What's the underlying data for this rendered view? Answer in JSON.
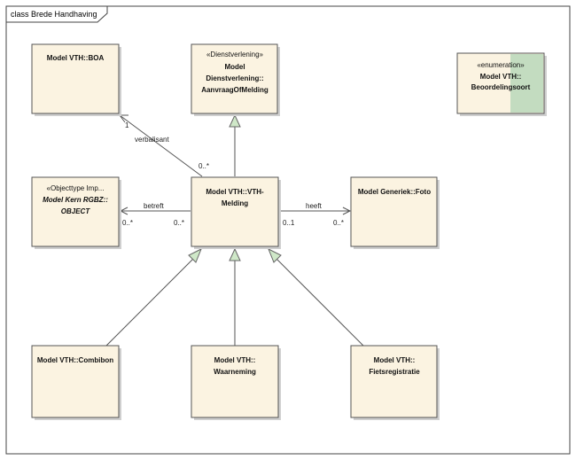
{
  "diagram": {
    "title": "class Brede Handhaving",
    "colors": {
      "box_fill": "#fbf3e1",
      "enum_band": "#c3dcc0",
      "generalization_head": "#cfe8c8"
    },
    "nodes": {
      "boa": {
        "name": "Model VTH::BOA"
      },
      "aanvraag": {
        "stereotype": "«Dienstverlening»",
        "line1": "Model",
        "line2": "Dienstverlening::",
        "line3": "AanvraagOfMelding"
      },
      "beoordeling": {
        "stereotype": "«enumeration»",
        "line1": "Model VTH::",
        "line2": "Beoordelingsoort"
      },
      "objecttype": {
        "stereotype": "«Objecttype Imp...",
        "line1": "Model Kern RGBZ::",
        "line2": "OBJECT"
      },
      "vth_melding": {
        "line1": "Model VTH::VTH-",
        "line2": "Melding"
      },
      "foto": {
        "name": "Model Generiek::Foto"
      },
      "combibon": {
        "name": "Model VTH::Combibon"
      },
      "waarneming": {
        "line1": "Model VTH::",
        "line2": "Waarneming"
      },
      "fietsregistratie": {
        "line1": "Model VTH::",
        "line2": "Fietsregistratie"
      }
    },
    "edges": {
      "verbalisant": {
        "role": "verbalisant",
        "mult_source": "0..*",
        "mult_target": "1"
      },
      "betreft": {
        "role": "betreft",
        "mult_source": "0..*",
        "mult_target": "0..*"
      },
      "heeft": {
        "role": "heeft",
        "mult_source": "0..1",
        "mult_target": "0..*"
      }
    }
  }
}
